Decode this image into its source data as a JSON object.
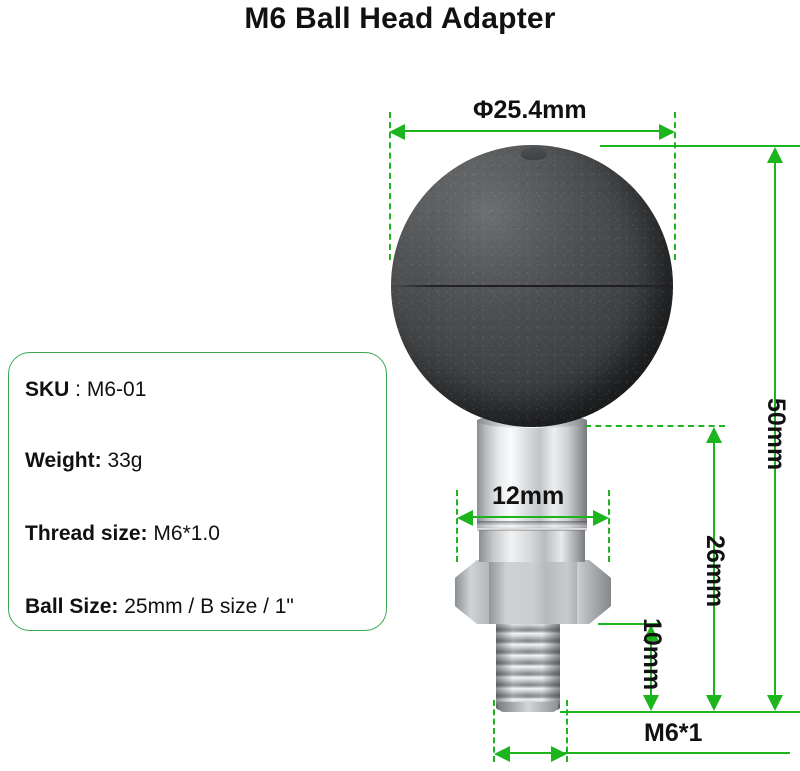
{
  "page": {
    "title": "M6 Ball Head Adapter",
    "accent_green": "#1db51d",
    "card_border_green": "#3aa84f",
    "background": "#ffffff"
  },
  "spec_card": {
    "rows": [
      {
        "key": "SKU",
        "separator": " : ",
        "value": "M6-01"
      },
      {
        "key": "Weight:",
        "separator": " ",
        "value": "33g"
      },
      {
        "key": "Thread size:",
        "separator": " ",
        "value": "M6*1.0"
      },
      {
        "key": "Ball Size:",
        "separator": " ",
        "value": "25mm / B size / 1\""
      }
    ]
  },
  "dimensions": {
    "ball_diameter": "Φ25.4mm",
    "shaft_diameter": "12mm",
    "total_height": "50mm",
    "upper_height": "26mm",
    "thread_length": "10mm",
    "thread_spec": "M6*1"
  },
  "product": {
    "ball_label": "rubber-ball-head",
    "shaft_label": "chrome-shaft",
    "nut_label": "hex-nut",
    "screw_label": "threaded-screw"
  }
}
